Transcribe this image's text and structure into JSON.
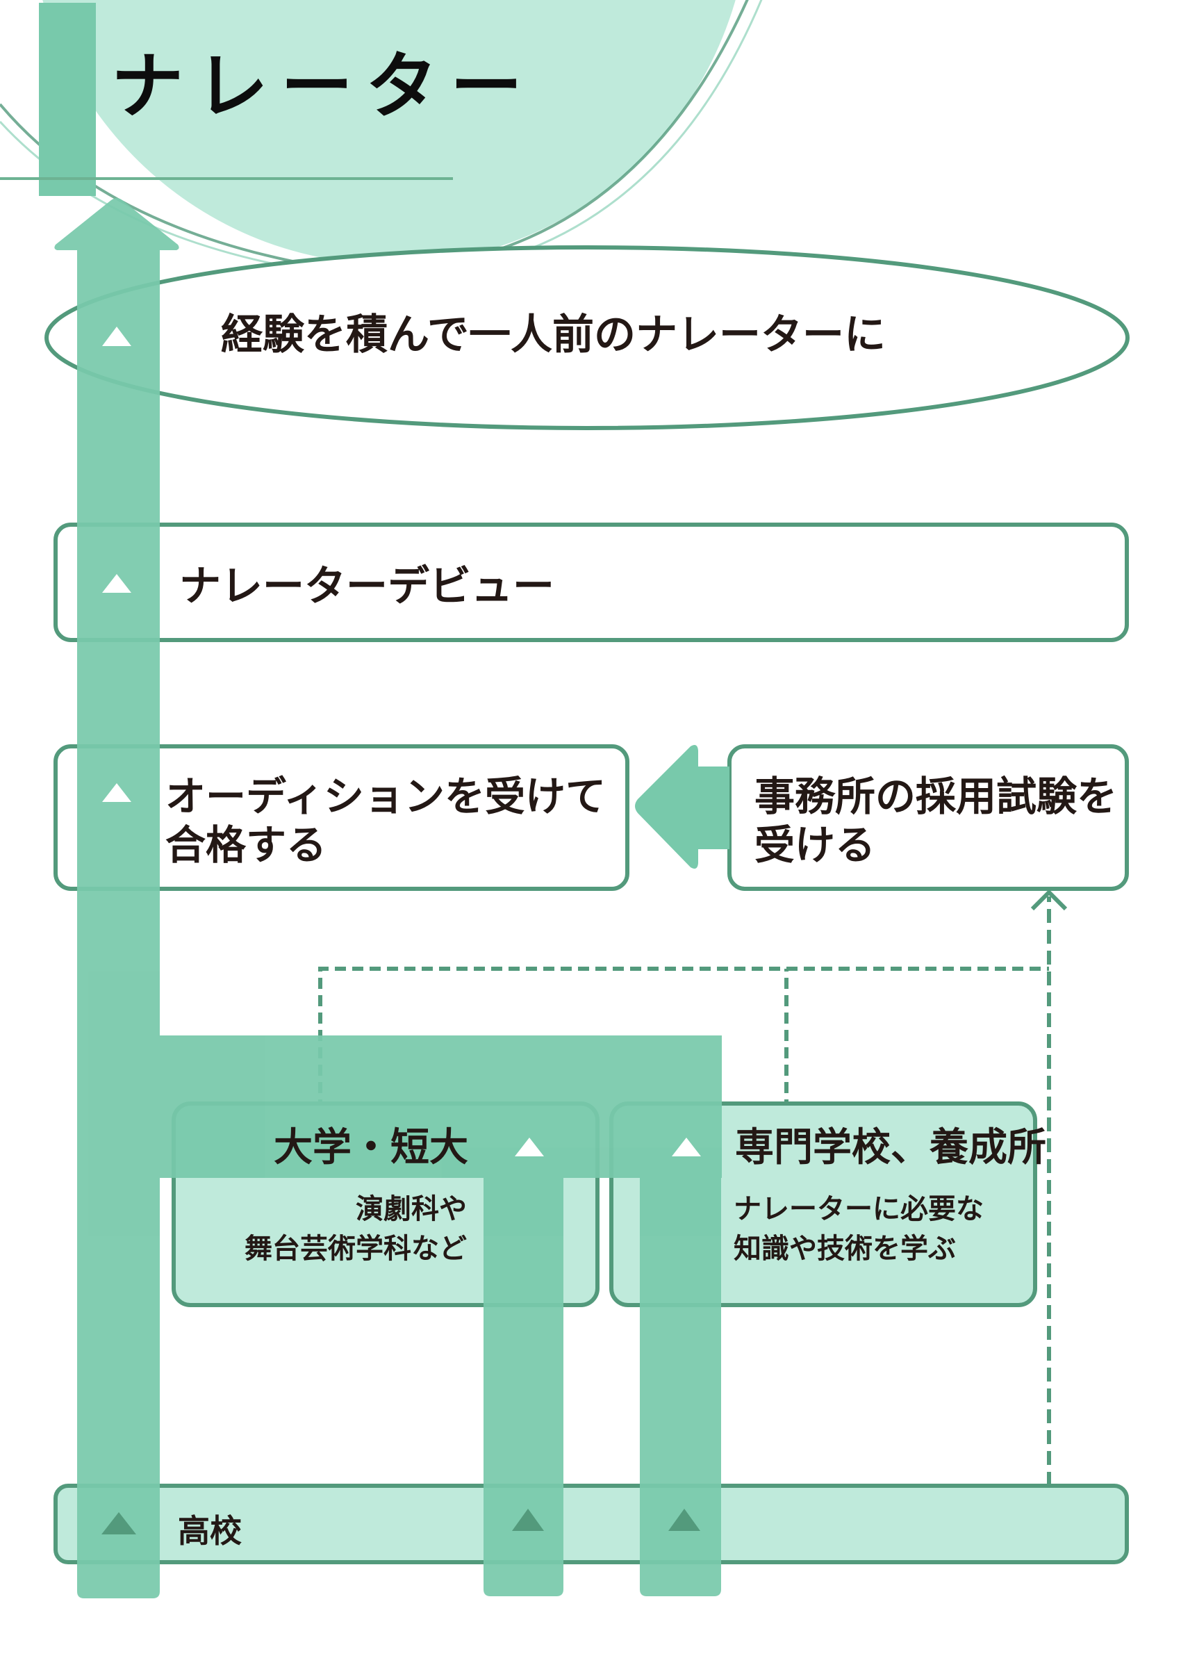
{
  "title": "ナレーター",
  "steps": {
    "goal": "経験を積んで一人前のナレーターに",
    "debut": "ナレーターデビュー",
    "audition": {
      "line1": "オーディションを受けて",
      "line2": "合格する"
    },
    "agency_exam": {
      "line1": "事務所の採用試験を",
      "line2": "受ける"
    },
    "university": {
      "title": "大学・短大",
      "desc_line1": "演劇科や",
      "desc_line2": "舞台芸術学科など"
    },
    "vocational": {
      "title": "専門学校、養成所",
      "desc_line1": "ナレーターに必要な",
      "desc_line2": "知識や技術を学ぶ"
    },
    "high_school": "高校"
  },
  "icons": {
    "step_marker": "up-triangle-icon",
    "flow_arrow": "up-arrow-icon",
    "branch_arrow": "left-arrow-icon",
    "dashed_arrow": "dashed-up-arrow-icon"
  },
  "colors": {
    "bar": "#78c9ab",
    "light_fill": "#bfeadb",
    "border": "#539a7c",
    "text": "#231815",
    "white": "#ffffff"
  }
}
